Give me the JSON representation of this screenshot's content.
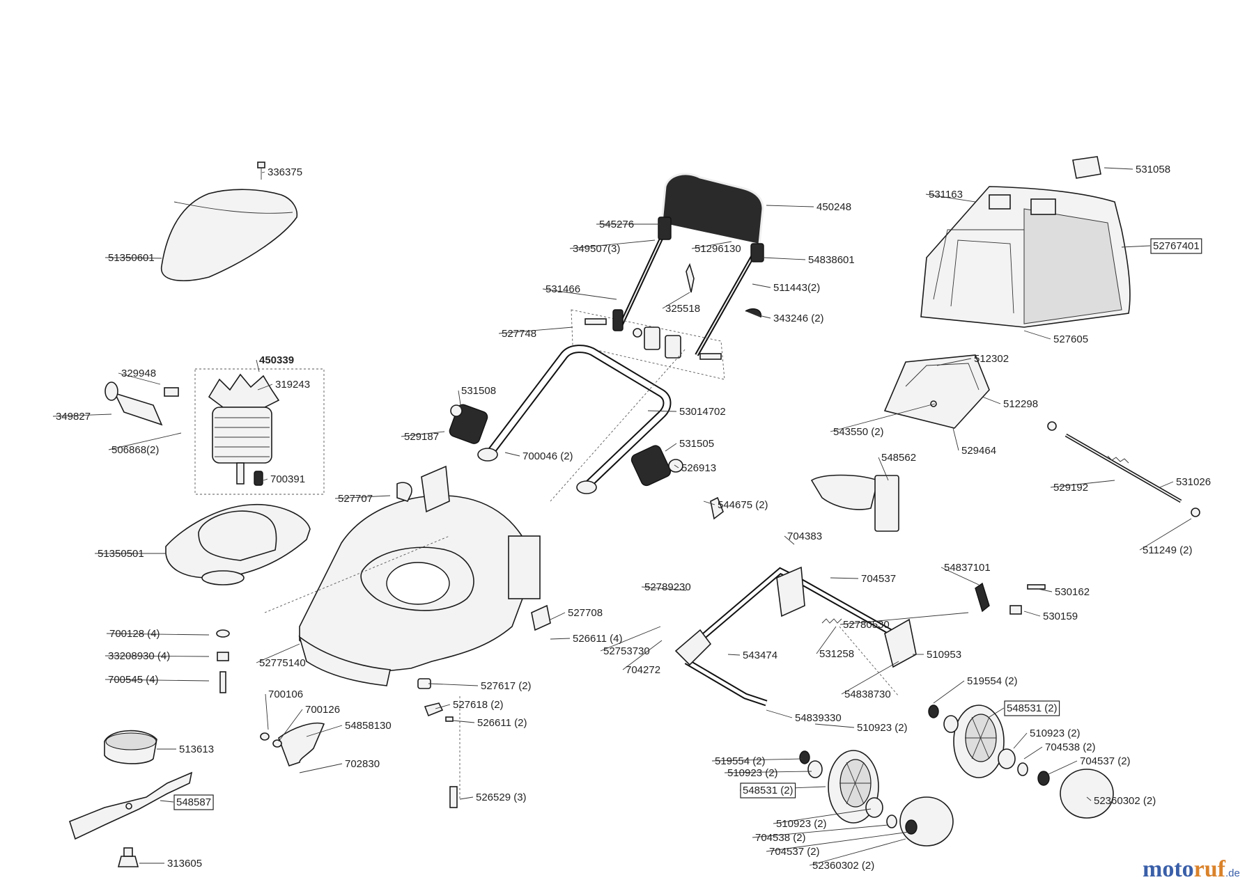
{
  "labels": [
    {
      "text": "336375"
    },
    {
      "text": "51350601"
    },
    {
      "text": "450248"
    },
    {
      "text": "545276"
    },
    {
      "text": "349507(3)"
    },
    {
      "text": "51296130"
    },
    {
      "text": "54838601"
    },
    {
      "text": "511443(2)"
    },
    {
      "text": "531466"
    },
    {
      "text": "325518"
    },
    {
      "text": "343246 (2)"
    },
    {
      "text": "527748"
    },
    {
      "text": "531058"
    },
    {
      "text": "531163"
    },
    {
      "text": "52767401"
    },
    {
      "text": "527605"
    },
    {
      "text": "450339"
    },
    {
      "text": "329948"
    },
    {
      "text": "319243"
    },
    {
      "text": "349827"
    },
    {
      "text": "506868(2)"
    },
    {
      "text": "700391"
    },
    {
      "text": "531508"
    },
    {
      "text": "529187"
    },
    {
      "text": "53014702"
    },
    {
      "text": "700046 (2)"
    },
    {
      "text": "531505"
    },
    {
      "text": "526913"
    },
    {
      "text": "544675 (2)"
    },
    {
      "text": "512302"
    },
    {
      "text": "512298"
    },
    {
      "text": "543550 (2)"
    },
    {
      "text": "529464"
    },
    {
      "text": "548562"
    },
    {
      "text": "529192"
    },
    {
      "text": "531026"
    },
    {
      "text": "511249 (2)"
    },
    {
      "text": "527707"
    },
    {
      "text": "51350501"
    },
    {
      "text": "704383"
    },
    {
      "text": "704537"
    },
    {
      "text": "52789230"
    },
    {
      "text": "54837101"
    },
    {
      "text": "530162"
    },
    {
      "text": "530159"
    },
    {
      "text": "52780530"
    },
    {
      "text": "527708"
    },
    {
      "text": "700128 (4)"
    },
    {
      "text": "526611 (4)"
    },
    {
      "text": "52753730"
    },
    {
      "text": "543474"
    },
    {
      "text": "531258"
    },
    {
      "text": "510953"
    },
    {
      "text": "33208930 (4)"
    },
    {
      "text": "52775140"
    },
    {
      "text": "704272"
    },
    {
      "text": "700545 (4)"
    },
    {
      "text": "527617 (2)"
    },
    {
      "text": "54838730"
    },
    {
      "text": "519554 (2)"
    },
    {
      "text": "700106"
    },
    {
      "text": "527618 (2)"
    },
    {
      "text": "548531 (2)"
    },
    {
      "text": "700126"
    },
    {
      "text": "54858130"
    },
    {
      "text": "526611 (2)"
    },
    {
      "text": "54839330"
    },
    {
      "text": "510923 (2)"
    },
    {
      "text": "510923 (2)"
    },
    {
      "text": "513613"
    },
    {
      "text": "704538 (2)"
    },
    {
      "text": "519554 (2)"
    },
    {
      "text": "702830"
    },
    {
      "text": "704537 (2)"
    },
    {
      "text": "510923 (2)"
    },
    {
      "text": "548531 (2)"
    },
    {
      "text": "548587"
    },
    {
      "text": "526529 (3)"
    },
    {
      "text": "52360302 (2)"
    },
    {
      "text": "510923 (2)"
    },
    {
      "text": "704538 (2)"
    },
    {
      "text": "704537 (2)"
    },
    {
      "text": "313605"
    },
    {
      "text": "52360302 (2)"
    }
  ],
  "brand": {
    "part1": "moto",
    "part2": "ruf",
    "part3": ".de"
  }
}
